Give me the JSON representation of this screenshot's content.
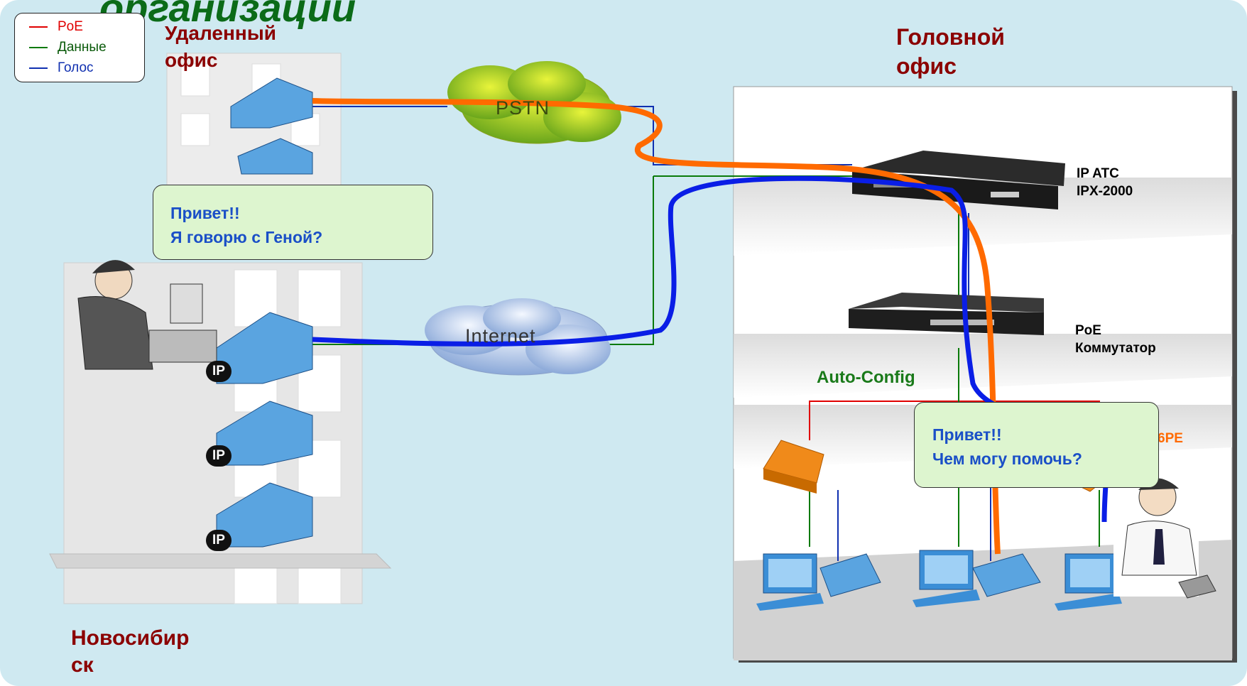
{
  "title": "организации",
  "legend": {
    "items": [
      {
        "label": "PoE",
        "color": "#e00000"
      },
      {
        "label": "Данные",
        "color": "#0a7a0a"
      },
      {
        "label": "Голос",
        "color": "#1030b0"
      }
    ]
  },
  "remote_office_label": "Удаленный\nофис",
  "head_office_label": "Головной\nофис",
  "city_label": "Новосибир\nск",
  "clouds": {
    "pstn": "PSTN",
    "internet": "Internet"
  },
  "ipx": {
    "line1": "IP ATC",
    "line2": "IPX-2000"
  },
  "poe_switch": {
    "line1": "PoE",
    "line2": "Коммутатор"
  },
  "auto_config": "Auto-Config",
  "partial_label": "6PE",
  "bubble_remote": {
    "line1": "Привет!!",
    "line2": "Я говорю с Геной?"
  },
  "bubble_head": {
    "line1": "Привет!!",
    "line2": "Чем могу помочь?"
  },
  "ip_badge": "IP",
  "colors": {
    "poe": "#e00000",
    "data": "#0a7a0a",
    "voice": "#1030b0",
    "cable_orange": "#ff6a00",
    "cable_blue": "#0a1ee6"
  }
}
